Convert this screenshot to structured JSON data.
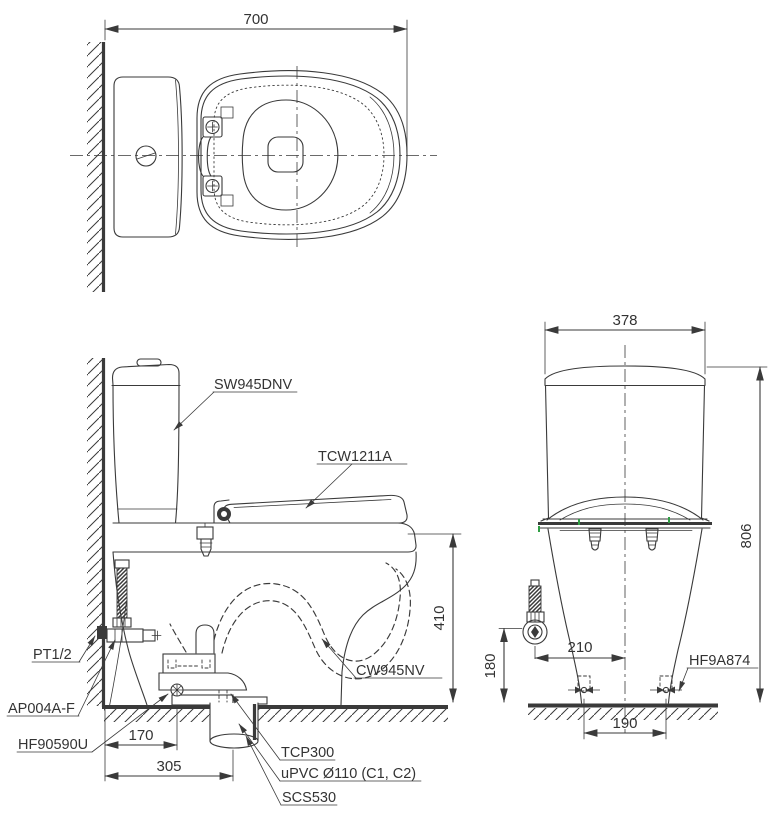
{
  "drawing_type": "toilet-installation-technical-drawing",
  "colors": {
    "line": "#3a3a3a",
    "text": "#333333",
    "accent_green": "#2f9e44",
    "background": "#ffffff"
  },
  "labels": {
    "tank": "SW945DNV",
    "washlet_seat": "TCW1211A",
    "bowl": "CW945NV",
    "supply_thread": "PT1/2",
    "stop_valve": "AP004A-F",
    "flange": "HF90590U",
    "trap_adapter": "TCP300",
    "drain_pipe": "uPVC Ø110 (C1, C2)",
    "socket": "SCS530",
    "bolt_cap": "HF9A874"
  },
  "dims": {
    "overall_depth": "700",
    "flange_offset": "170",
    "drain_offset": "305",
    "rim_height": "410",
    "tank_width": "378",
    "overall_height": "806",
    "valve_height": "180",
    "valve_offset": "210",
    "bolt_spacing": "190"
  }
}
